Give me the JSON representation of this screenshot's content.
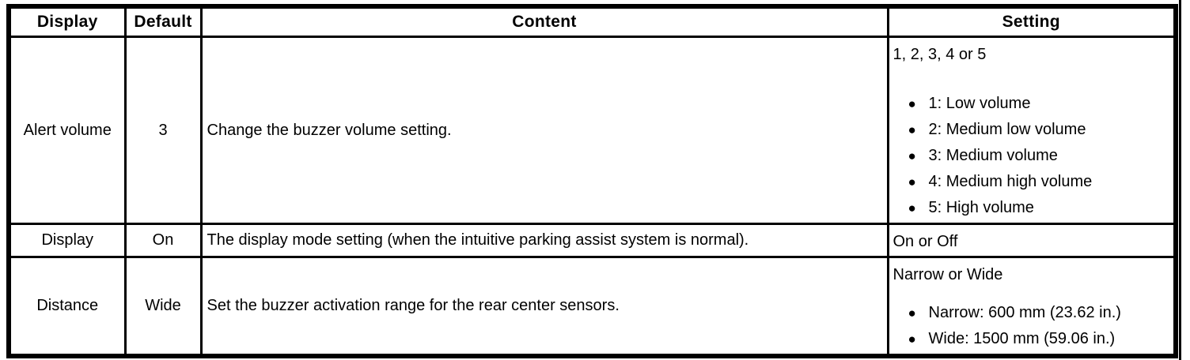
{
  "glyphs": {
    "bullet": "●"
  },
  "colors": {
    "text": "#000000",
    "border": "#000000",
    "background": "#ffffff"
  },
  "table": {
    "headers": [
      "Display",
      "Default",
      "Content",
      "Setting"
    ],
    "rows": [
      {
        "display": "Alert volume",
        "default": "3",
        "content": "Change the buzzer volume setting.",
        "setting": {
          "intro": "1, 2, 3, 4 or 5",
          "bullets": [
            "1: Low volume",
            "2: Medium low volume",
            "3: Medium volume",
            "4: Medium high volume",
            "5: High volume"
          ]
        }
      },
      {
        "display": "Display",
        "default": "On",
        "content": "The display mode setting (when the intuitive parking assist system is normal).",
        "setting": {
          "intro": "On or Off",
          "bullets": []
        }
      },
      {
        "display": "Distance",
        "default": "Wide",
        "content": "Set the buzzer activation range for the rear center sensors.",
        "setting": {
          "intro": "Narrow or Wide",
          "bullets": [
            "Narrow: 600 mm (23.62 in.)",
            "Wide: 1500 mm (59.06 in.)"
          ]
        }
      }
    ]
  }
}
